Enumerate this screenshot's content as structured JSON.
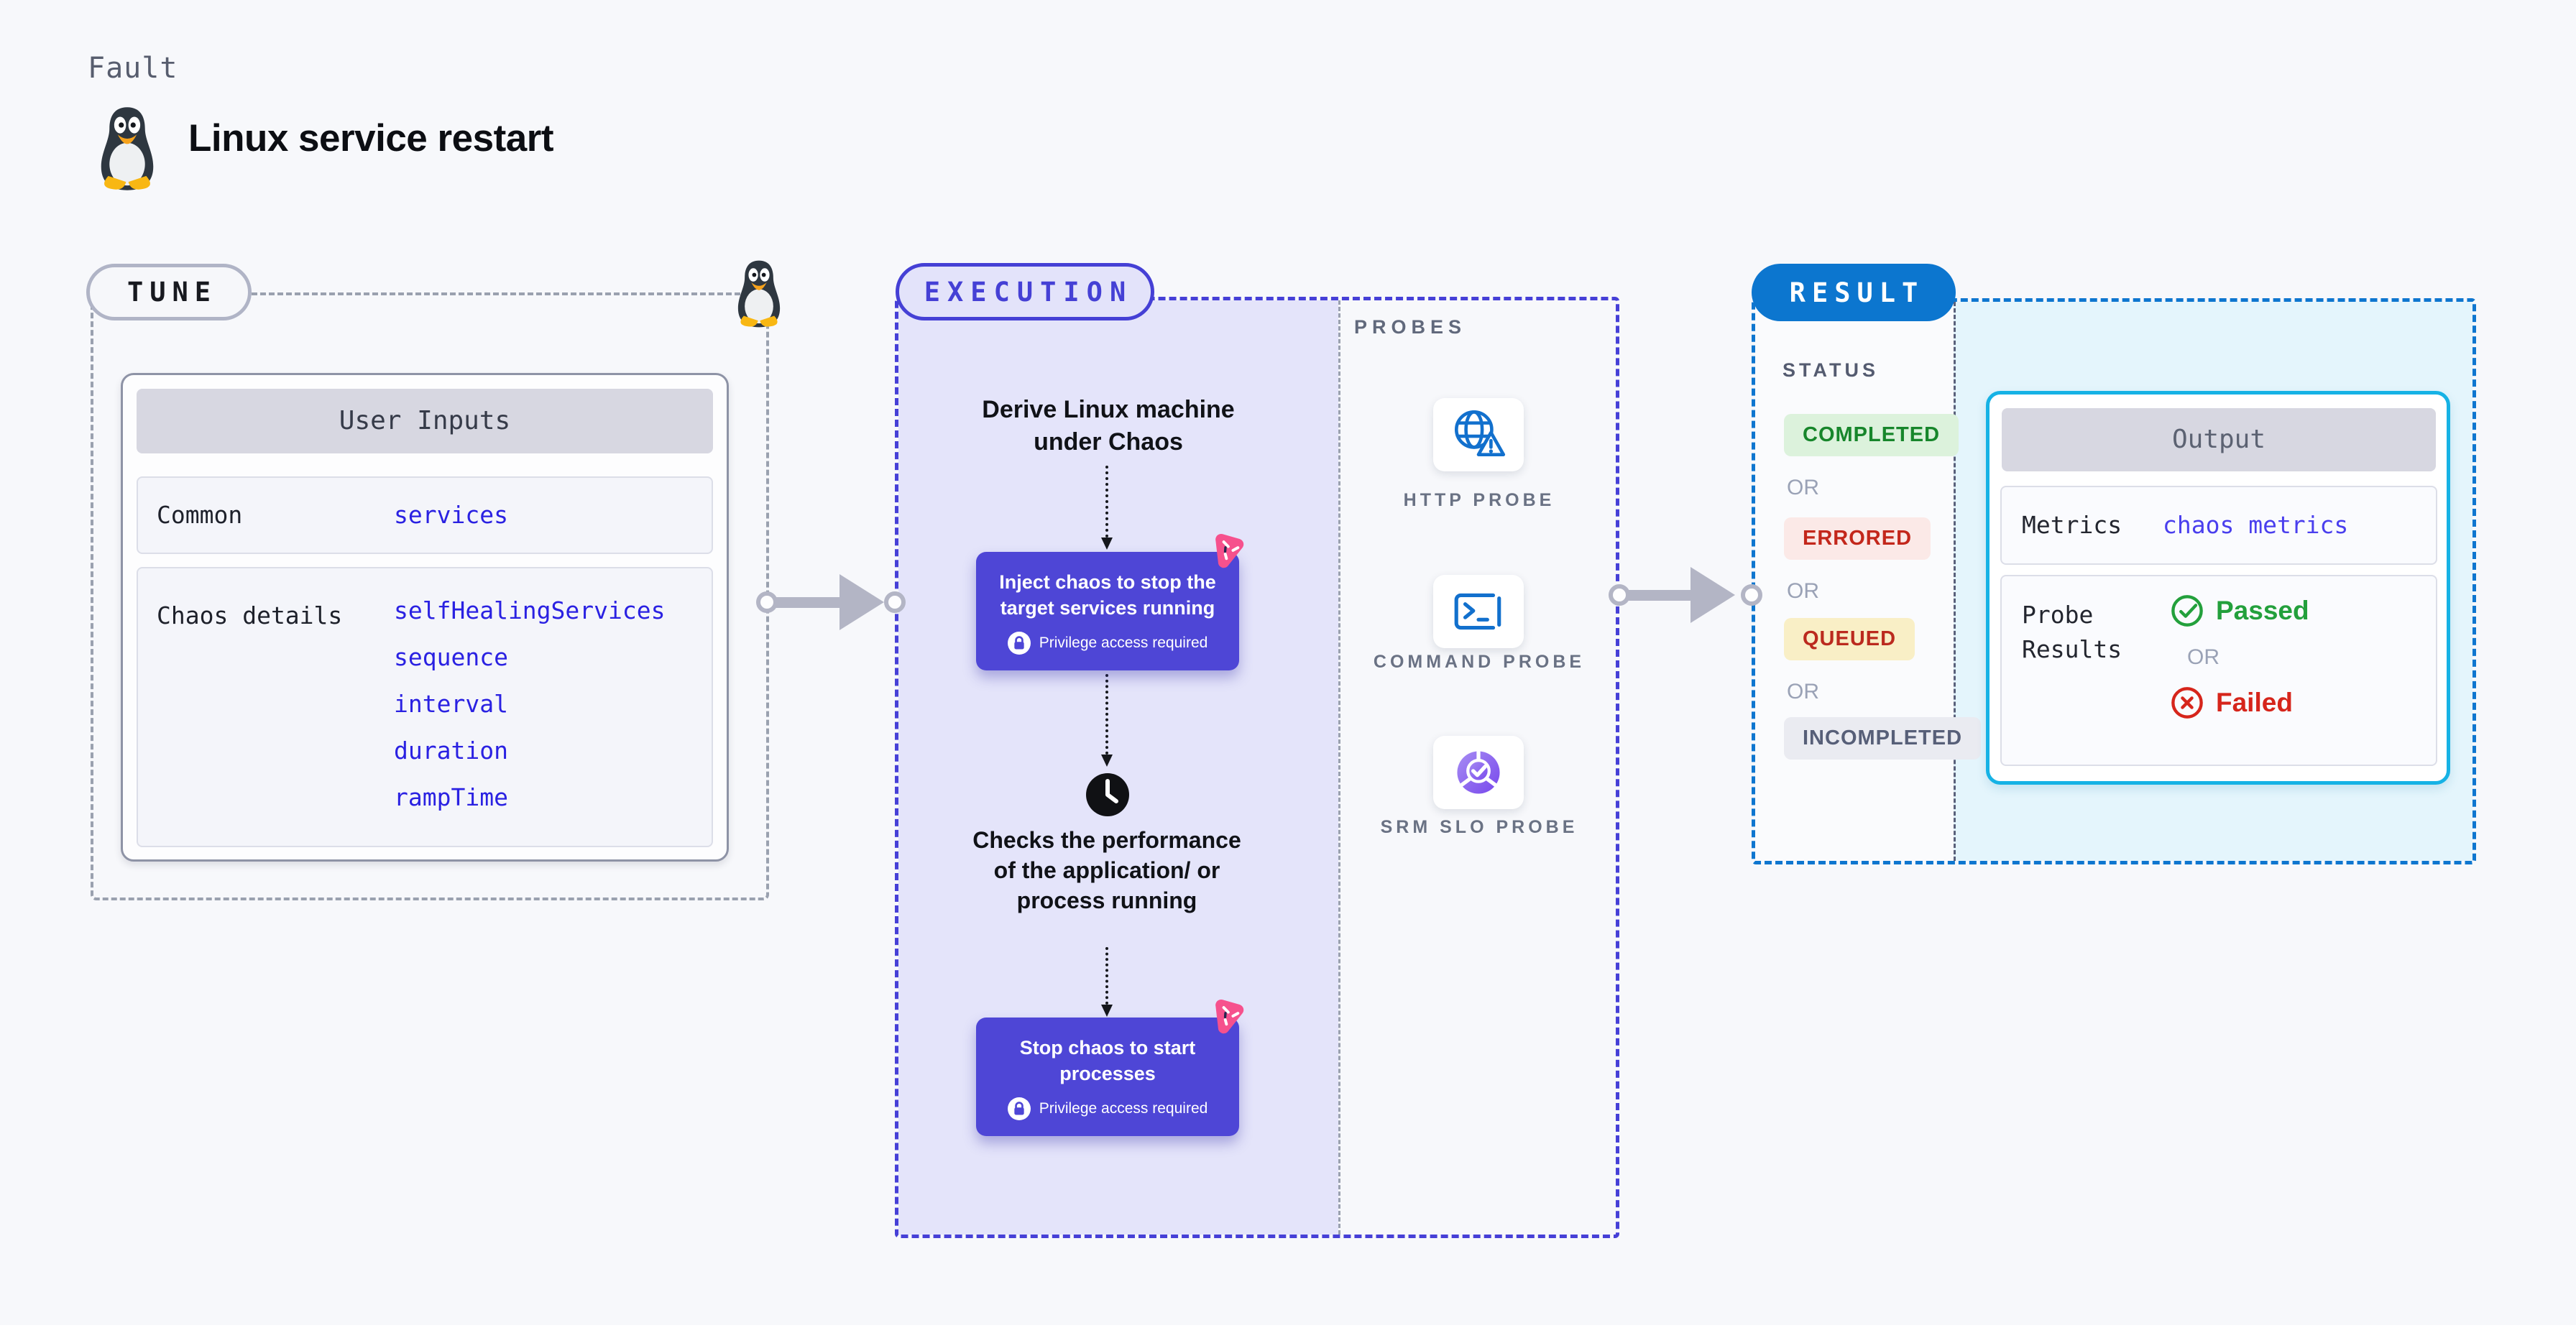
{
  "colors": {
    "page_bg": "#f7f8fb",
    "indigo_accent": "#4640d7",
    "lavender_fill": "#e4e4fa",
    "button_indigo": "#4e46d6",
    "chaos_pink": "#f6518d",
    "dash_gray": "#9aa1af",
    "arrow_gray": "#b3b5c5",
    "result_blue": "#0c76cf",
    "output_border_cyan": "#16b2e5",
    "output_bg_cyan": "#e4f5fc",
    "tune_value_blue": "#2a21e2",
    "metrics_value_blue": "#4a3fee",
    "passed_green": "#23a03c",
    "failed_red": "#d6251b",
    "probe_icon_blue": "#1270cd",
    "srm_purple": "#7747ec"
  },
  "header": {
    "eyebrow": "Fault",
    "title": "Linux service restart",
    "icon": "tux-penguin-icon"
  },
  "tune": {
    "pill": "TUNE",
    "corner_icon": "tux-penguin-icon",
    "user_inputs": {
      "header": "User Inputs",
      "rows": [
        {
          "label": "Common",
          "values": [
            "services"
          ]
        },
        {
          "label": "Chaos details",
          "values": [
            "selfHealingServices",
            "sequence",
            "interval",
            "duration",
            "rampTime"
          ]
        }
      ]
    }
  },
  "execution": {
    "pill": "EXECUTION",
    "step1": "Derive Linux machine under Chaos",
    "button1": {
      "label": "Inject chaos to stop the target services running",
      "badge": "Privilege access required"
    },
    "step3": "Checks the performance of the application/ or process running",
    "button2": {
      "label": "Stop chaos to start processes",
      "badge": "Privilege access required"
    }
  },
  "probes": {
    "label": "PROBES",
    "items": [
      {
        "icon": "http-probe-icon",
        "label": "HTTP PROBE"
      },
      {
        "icon": "command-probe-icon",
        "label": "COMMAND PROBE"
      },
      {
        "icon": "srm-slo-probe-icon",
        "label": "SRM SLO PROBE"
      }
    ]
  },
  "result": {
    "pill": "RESULT",
    "status": {
      "label": "STATUS",
      "or": "OR",
      "badges": [
        {
          "label": "COMPLETED",
          "tone": "green"
        },
        {
          "label": "ERRORED",
          "tone": "red"
        },
        {
          "label": "QUEUED",
          "tone": "yellow"
        },
        {
          "label": "INCOMPLETED",
          "tone": "gray"
        }
      ]
    },
    "output": {
      "header": "Output",
      "metrics_label": "Metrics",
      "metrics_value": "chaos metrics",
      "probe_results_label": "Probe Results",
      "passed": "Passed",
      "or": "OR",
      "failed": "Failed"
    }
  }
}
